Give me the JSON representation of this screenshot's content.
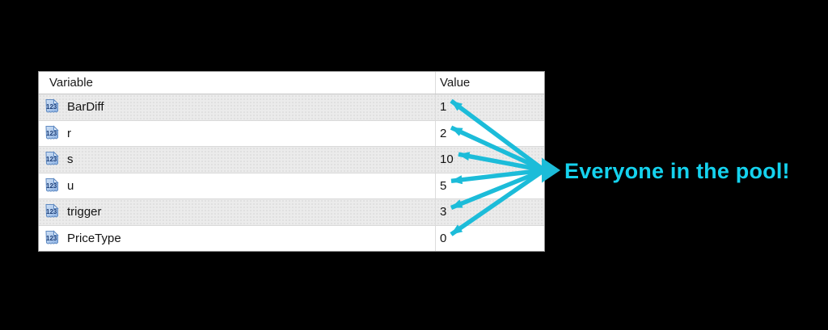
{
  "table": {
    "columns": {
      "variable": "Variable",
      "value": "Value"
    },
    "icon_glyph": "123",
    "icon_name": "numeric-variable-icon",
    "rows": [
      {
        "variable": "BarDiff",
        "value": "1"
      },
      {
        "variable": "r",
        "value": "2"
      },
      {
        "variable": "s",
        "value": "10"
      },
      {
        "variable": "u",
        "value": "5"
      },
      {
        "variable": "trigger",
        "value": "3"
      },
      {
        "variable": "PriceType",
        "value": "0"
      }
    ]
  },
  "annotation": {
    "label": "Everyone in the pool!",
    "text_color": "#15d2ee",
    "arrow_color": "#1cbcd9"
  }
}
